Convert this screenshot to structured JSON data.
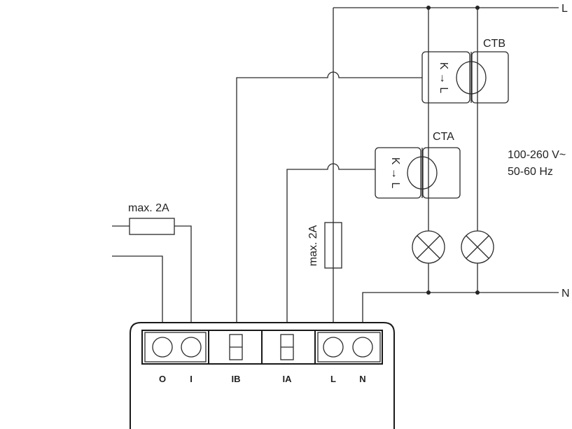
{
  "lines": {
    "l": "L",
    "n": "N"
  },
  "ct": {
    "b": "CTB",
    "a": "CTA",
    "arrow": "K → L"
  },
  "supply": {
    "voltage": "100-260 V~",
    "frequency": "50-60 Hz"
  },
  "fuses": {
    "left": "max. 2A",
    "center": "max. 2A"
  },
  "terminals": [
    "O",
    "I",
    "IB",
    "IA",
    "L",
    "N"
  ]
}
